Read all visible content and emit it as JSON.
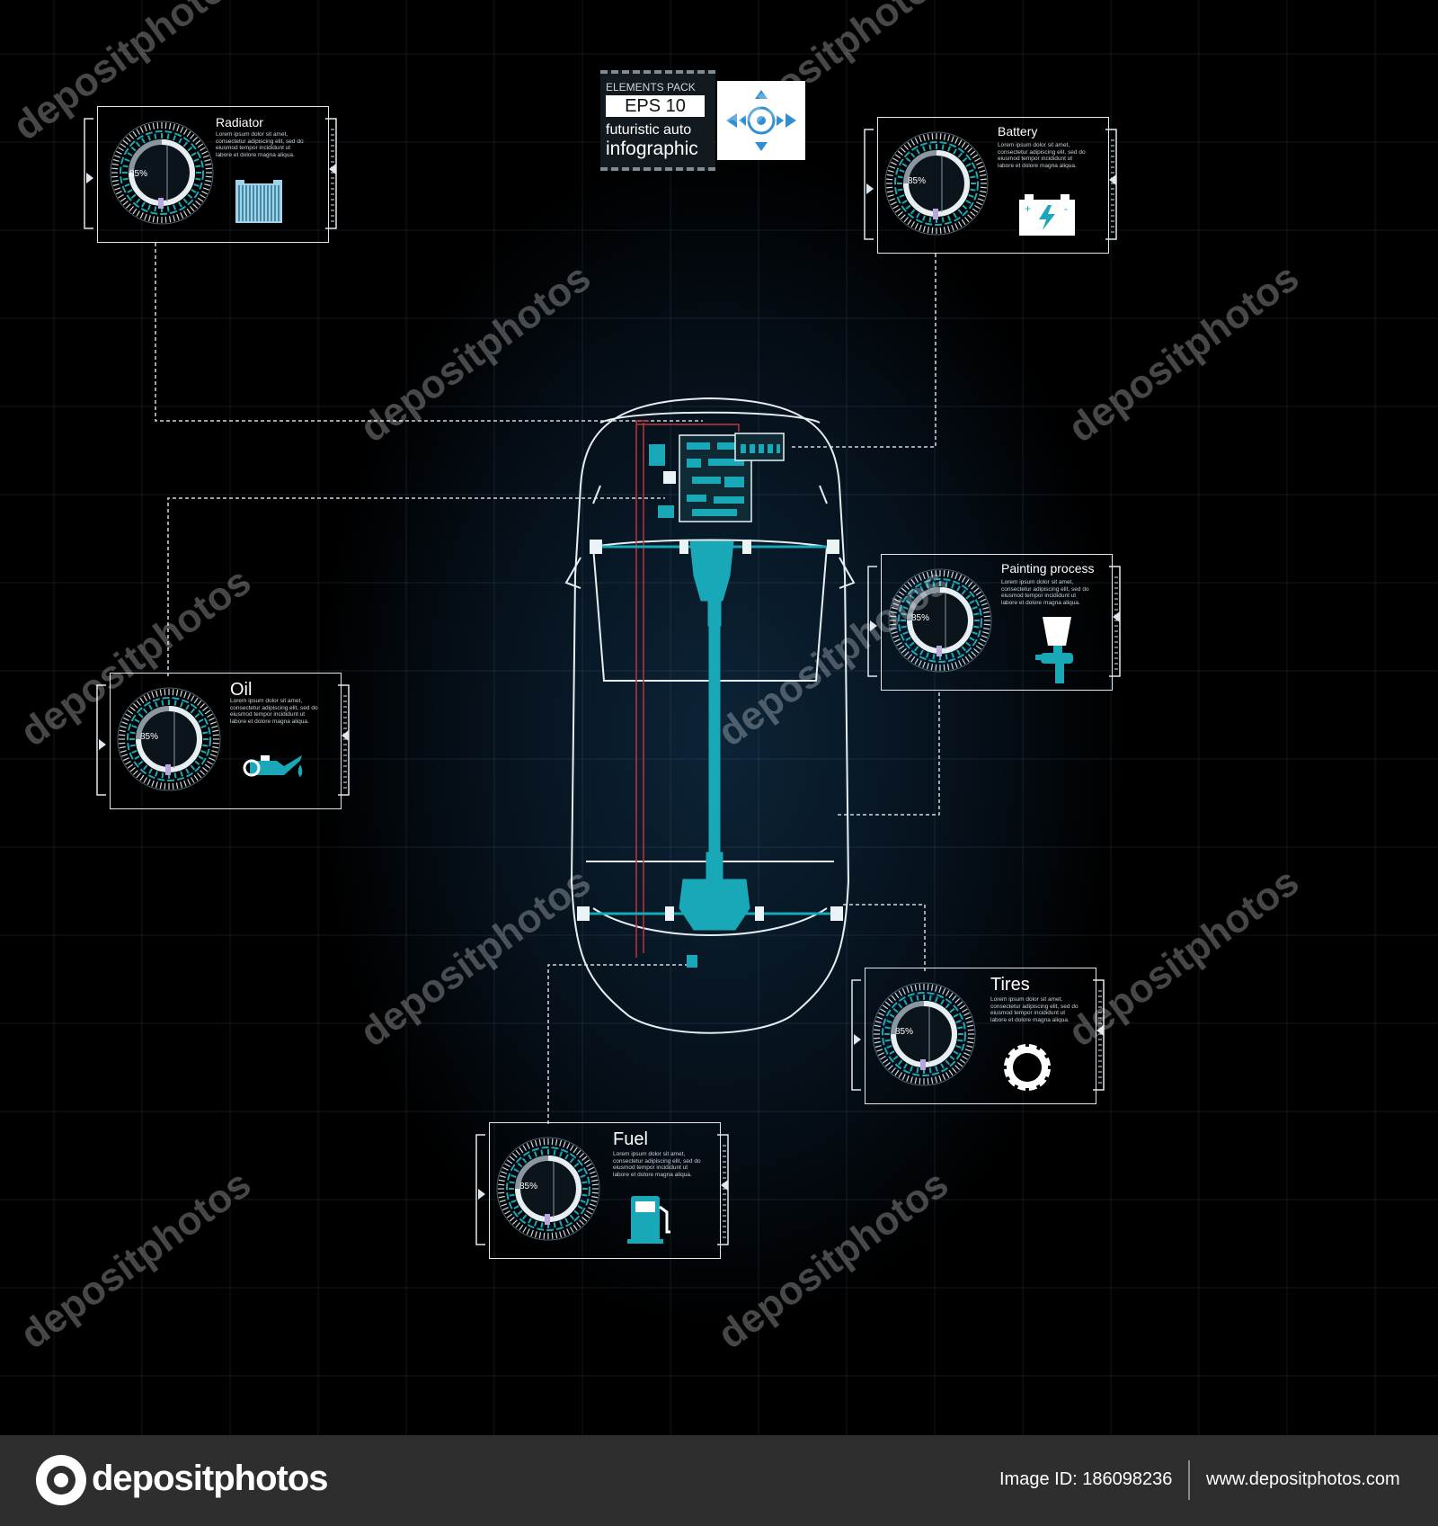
{
  "badge": {
    "pack": "ELEMENTS PACK",
    "eps": "EPS 10",
    "line1": "futuristic auto",
    "line2": "infographic"
  },
  "panels": [
    {
      "id": "radiator",
      "title": "Radiator",
      "percent": "85%",
      "icon": "radiator-icon"
    },
    {
      "id": "battery",
      "title": "Battery",
      "percent": "85%",
      "icon": "battery-icon"
    },
    {
      "id": "painting",
      "title": "Painting process",
      "percent": "85%",
      "icon": "spray-gun-icon"
    },
    {
      "id": "oil",
      "title": "Oil",
      "percent": "85%",
      "icon": "oil-can-icon"
    },
    {
      "id": "tires",
      "title": "Tires",
      "percent": "85%",
      "icon": "tire-icon"
    },
    {
      "id": "fuel",
      "title": "Fuel",
      "percent": "85%",
      "icon": "fuel-pump-icon"
    }
  ],
  "lorem": "Lorem ipsum dolor sit amet, consectetur adipiscing elit, sed do eiusmod tempor incididunt ut labore et dolore magna aliqua.",
  "watermark": "depositphotos",
  "footer": {
    "logo": "depositphotos",
    "image_id": "Image ID: 186098236",
    "site": "www.depositphotos.com"
  },
  "colors": {
    "accent": "#19a8b8",
    "line": "#dfe8ee",
    "wire": "#c0343a"
  }
}
